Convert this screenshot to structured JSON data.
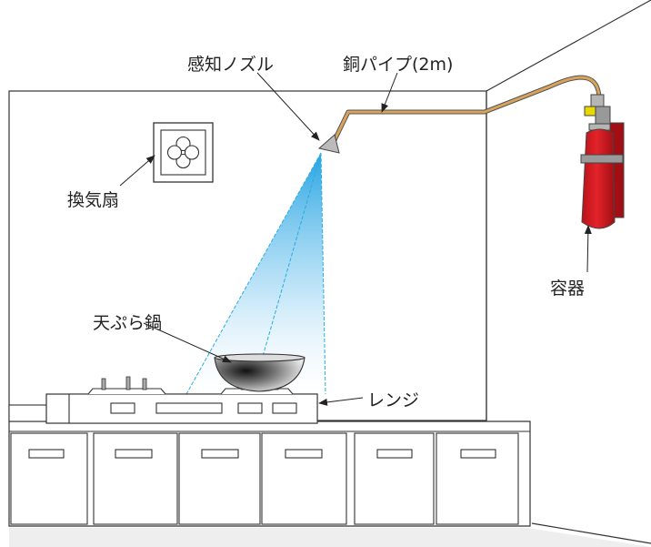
{
  "labels": {
    "nozzle": "感知ノズル",
    "pipe": "銅パイプ(2m)",
    "fan": "換気扇",
    "container": "容器",
    "pan": "天ぷら鍋",
    "range": "レンジ"
  },
  "colors": {
    "pipe": "#d9a35c",
    "cylinder": "#d6171f",
    "spray": "#29abe2",
    "floor": "#eeeeee",
    "counter": "#ffffff",
    "outline": "#333333"
  }
}
